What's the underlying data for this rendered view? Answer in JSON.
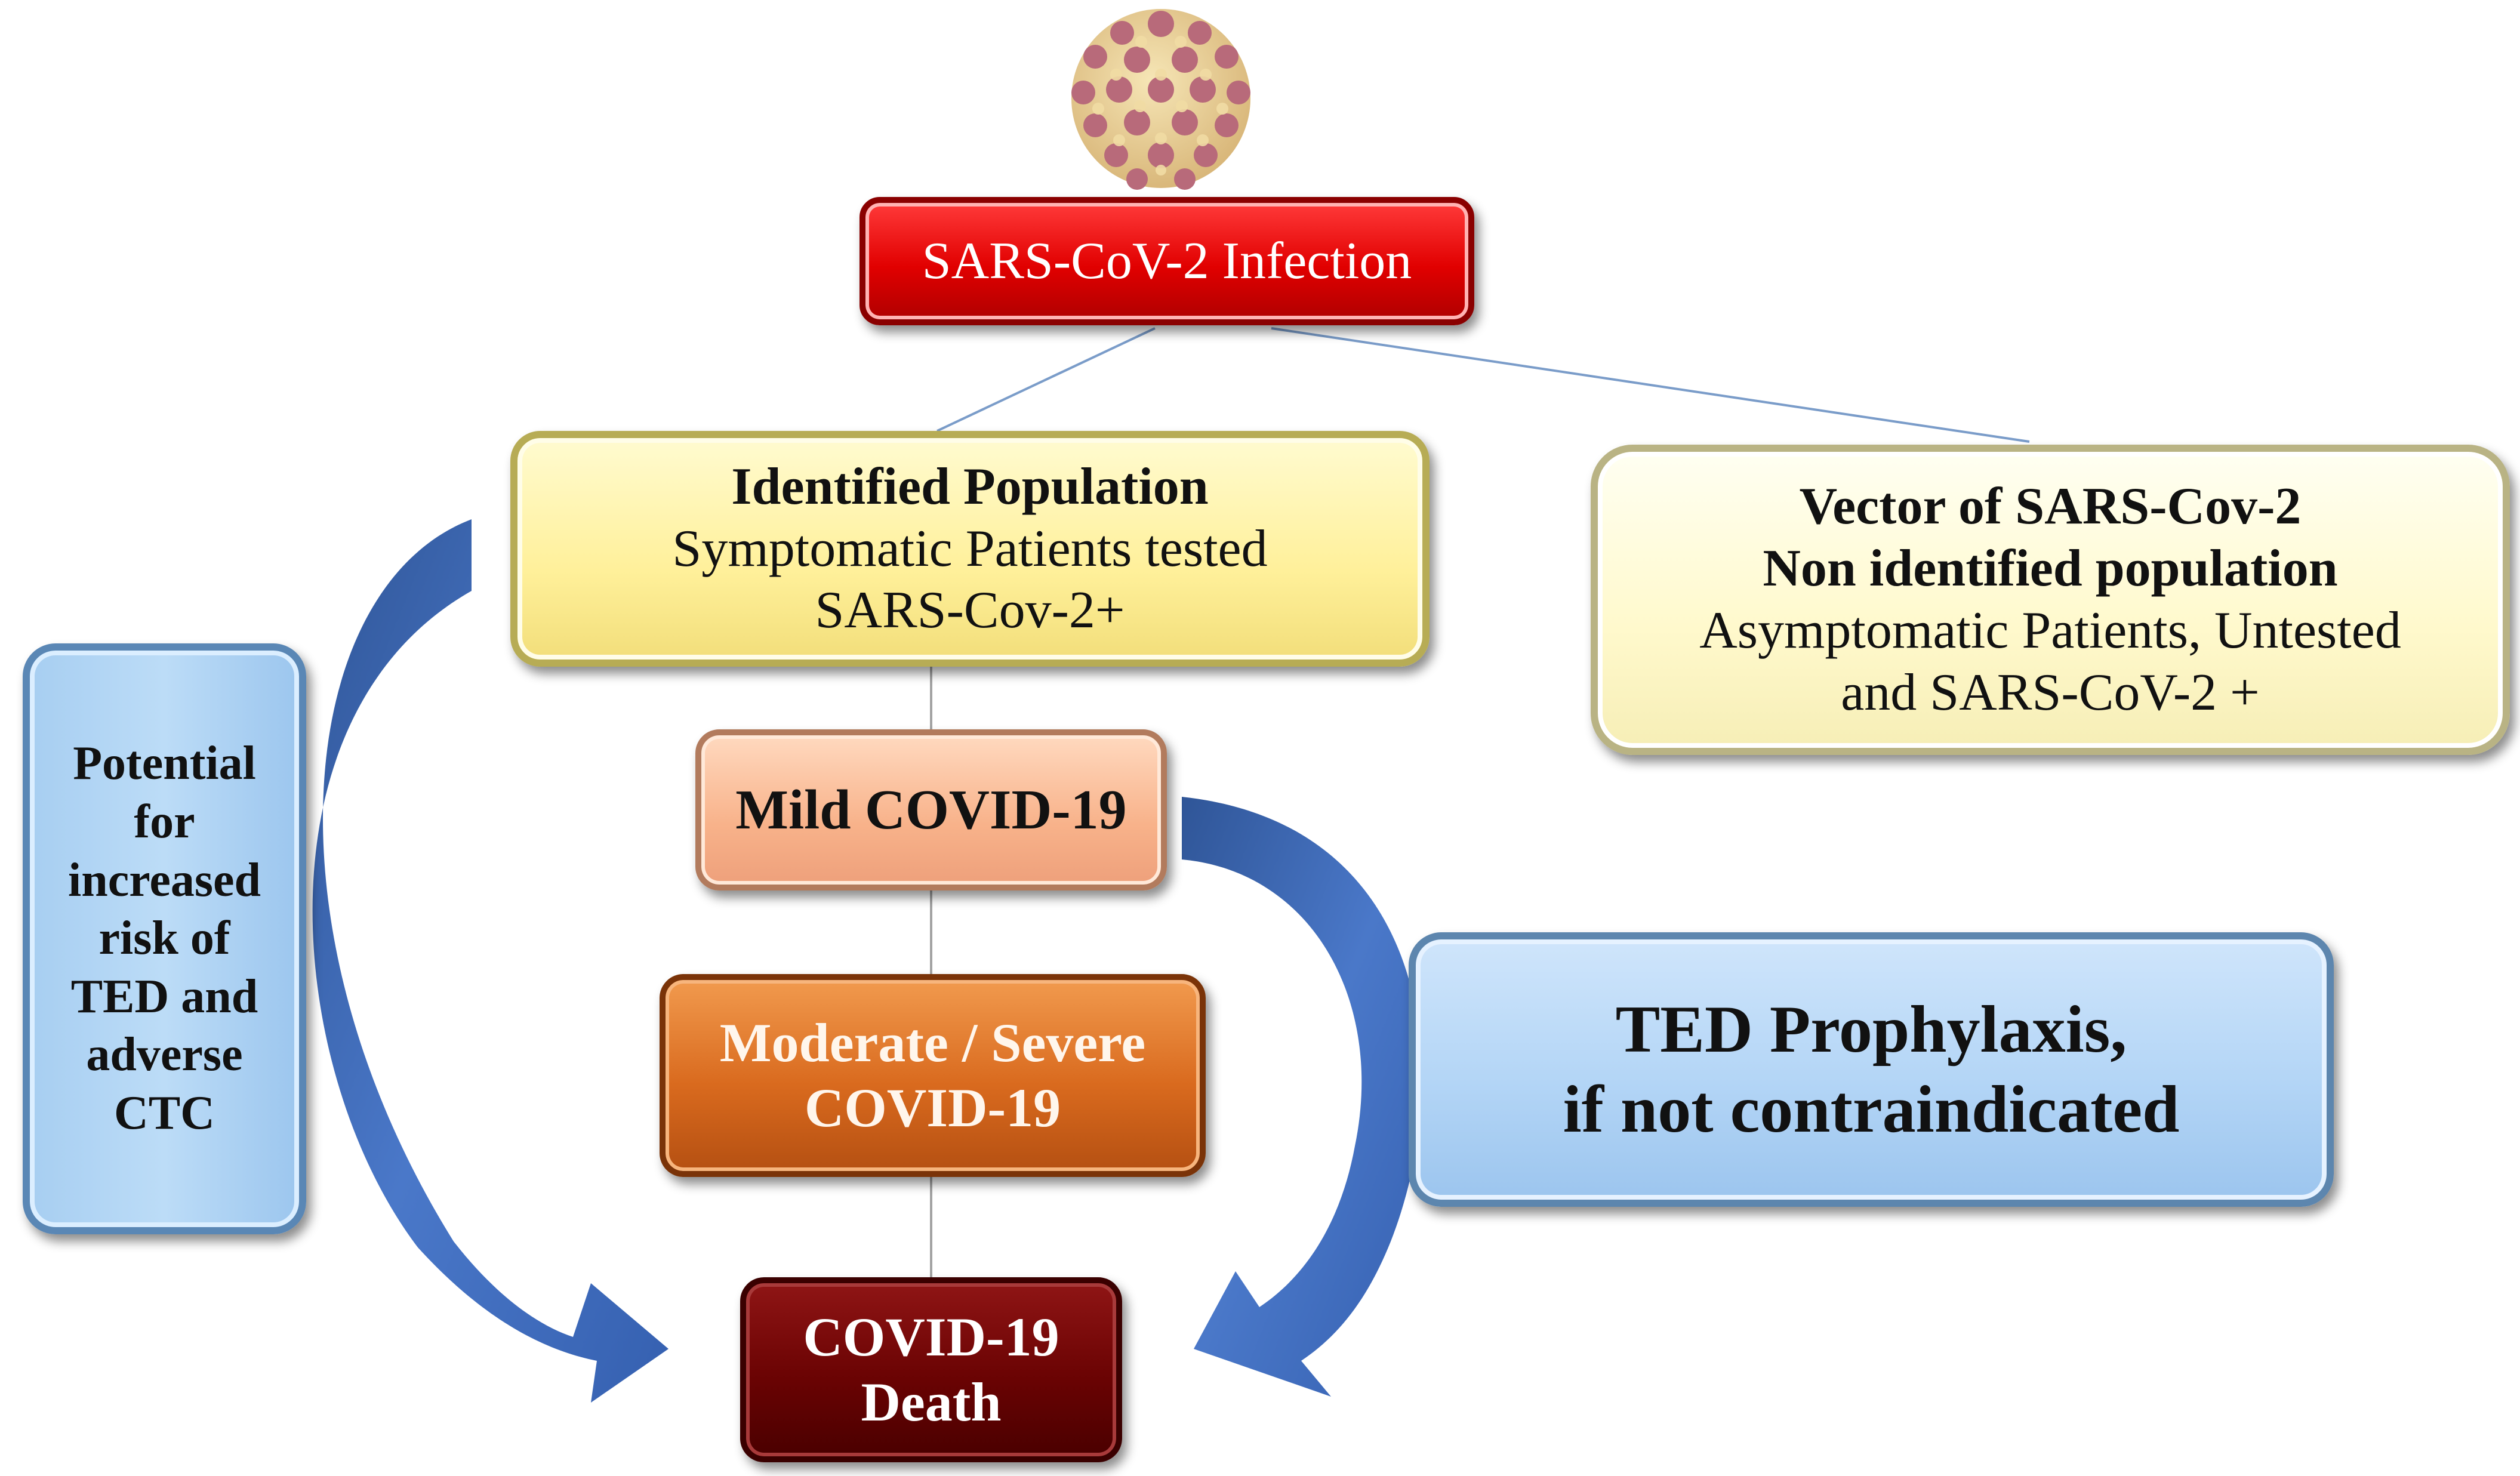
{
  "infection": {
    "label": "SARS-CoV-2 Infection"
  },
  "identified": {
    "title": "Identified Population",
    "line1": "Symptomatic Patients tested",
    "line2": "SARS-Cov-2+"
  },
  "vector": {
    "title1": "Vector of SARS-Cov-2",
    "title2": "Non identified population",
    "line1": "Asymptomatic Patients, Untested",
    "line2": "and SARS-CoV-2 +"
  },
  "mild": {
    "label": "Mild COVID-19"
  },
  "moderate": {
    "line1": "Moderate / Severe",
    "line2": "COVID-19"
  },
  "death": {
    "line1": "COVID-19",
    "line2": "Death"
  },
  "potential": {
    "lines": [
      "Potential",
      "for",
      "increased",
      "risk of",
      "TED and",
      "adverse",
      "CTC"
    ]
  },
  "prophylaxis": {
    "line1": "TED Prophylaxis,",
    "line2": "if not contraindicated"
  },
  "colors": {
    "infection": "#e10000",
    "identified": "#fff09a",
    "vector": "#fff9cc",
    "mild": "#f8b28a",
    "moderate": "#d96a1e",
    "death": "#6a0303",
    "blue_box": "#b3d5f6",
    "arrow": "#3a66b8",
    "connector": "#7a9cc9"
  }
}
